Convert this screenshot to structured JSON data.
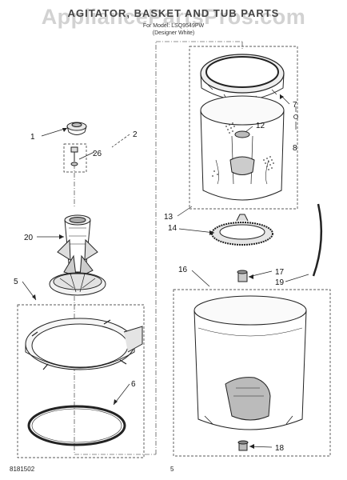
{
  "header": {
    "watermark": "AppliancePartsPros.com",
    "title": "AGITATOR, BASKET AND TUB PARTS",
    "model_line": "For Model: LSQ9549PW",
    "color_line": "(Designer White)"
  },
  "callouts": [
    "1",
    "2",
    "26",
    "20",
    "5",
    "6",
    "7",
    "8",
    "12",
    "13",
    "14",
    "16",
    "17",
    "19",
    "18"
  ],
  "footer": {
    "doc_number": "8181502",
    "page_number": "5"
  },
  "colors": {
    "line": "#222222",
    "shade": "#cfcfcf",
    "watermark": "#c8c8c8"
  }
}
